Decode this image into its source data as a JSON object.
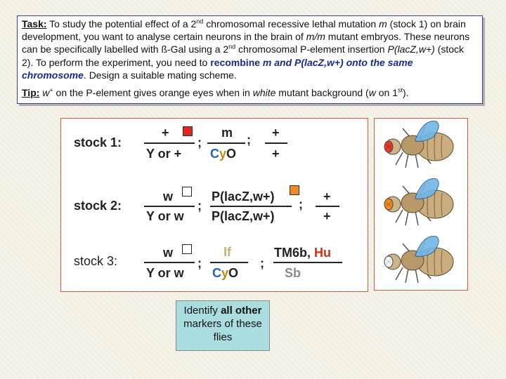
{
  "task": {
    "label": "Task:",
    "t1": " To study the potential effect of a 2",
    "t1_sup": "nd",
    "t2": " chromosomal recessive lethal mutation ",
    "m1": "m",
    "t3": " (stock 1) on brain development, you want to analyse certain neurons in the brain of ",
    "mm": "m/m",
    "t4": " mutant embryos. These neurons can be specifically labelled with ß-Gal using a 2",
    "t4_sup": "nd",
    "t5": " chromosomal P-element insertion ",
    "plac": "P(lacZ,w+)",
    "t6": " (stock 2). To perform the experiment, you need to ",
    "recombine": "recombine",
    "t7": " m and P(lacZ,w+) onto the same chromosome",
    "t8": ". Design a suitable mating scheme."
  },
  "tip": {
    "label": "Tip:",
    "t1": " w",
    "t1_sup": "+",
    "t2": " on the P-element gives orange eyes when in ",
    "white": "white",
    "t3": " mutant background (",
    "w": "w",
    "t4": " on 1",
    "t4_sup": "st",
    "t5": ")."
  },
  "stocks": {
    "stock1": {
      "label": "stock 1:",
      "x_top": "+",
      "x_bottom": "Y or +",
      "c2_top": "m",
      "c2_bottom_a": "C",
      "c2_bottom_b": "y",
      "c2_bottom_c": "O",
      "c3_top": "+",
      "c3_bottom": "+"
    },
    "stock2": {
      "label": "stock 2:",
      "x_top": "w",
      "x_bottom": "Y or w",
      "c2_top": "P(lacZ,w+)",
      "c2_bottom": "P(lacZ,w+)",
      "c3_top": "+",
      "c3_bottom": "+"
    },
    "stock3": {
      "label": "stock 3:",
      "x_top": "w",
      "x_bottom": "Y or w",
      "c2_top": "If",
      "c2_bottom_a": "C",
      "c2_bottom_b": "y",
      "c2_bottom_c": "O",
      "c3_top": "TM6b",
      "c3_top_sep": ", ",
      "c3_top_hu": "Hu",
      "c3_bottom": "Sb"
    },
    "semicolon": ";"
  },
  "flies": [
    {
      "eye_color": "#e83a2a"
    },
    {
      "eye_color": "#f08a20"
    },
    {
      "eye_color": "#ffffff"
    }
  ],
  "note": {
    "t1": "Identify ",
    "bold": "all other",
    "t2": " markers of these flies"
  },
  "colors": {
    "red_marker": "#e8231c",
    "orange_marker": "#f08a20",
    "cy_blue": "#1e5fbf",
    "hu_red": "#c8341a",
    "note_bg": "#a9dde0",
    "frame": "#d85a3a"
  }
}
